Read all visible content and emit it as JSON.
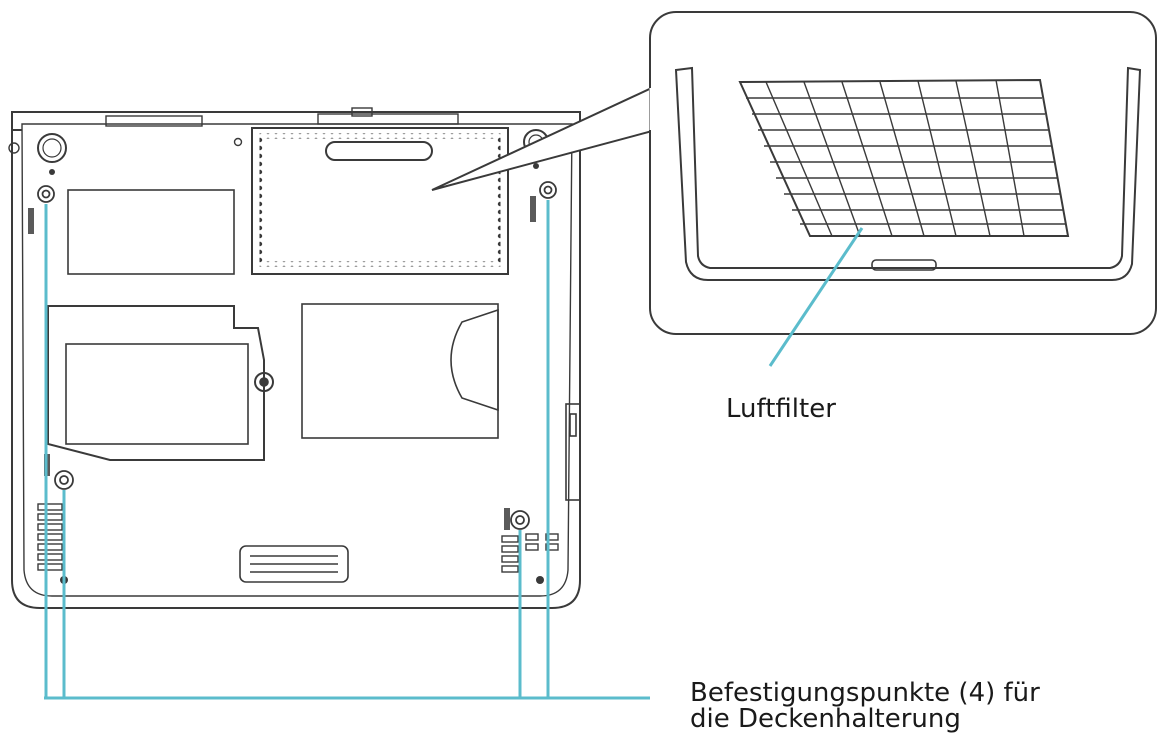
{
  "labels": {
    "air_filter": "Luftfilter",
    "mount_points_line1": "Befestigungspunkte (4) für",
    "mount_points_line2": "die Deckenhalterung"
  },
  "colors": {
    "line_art": "#3a3a3a",
    "callout": "#5bbccc",
    "background": "#ffffff"
  }
}
